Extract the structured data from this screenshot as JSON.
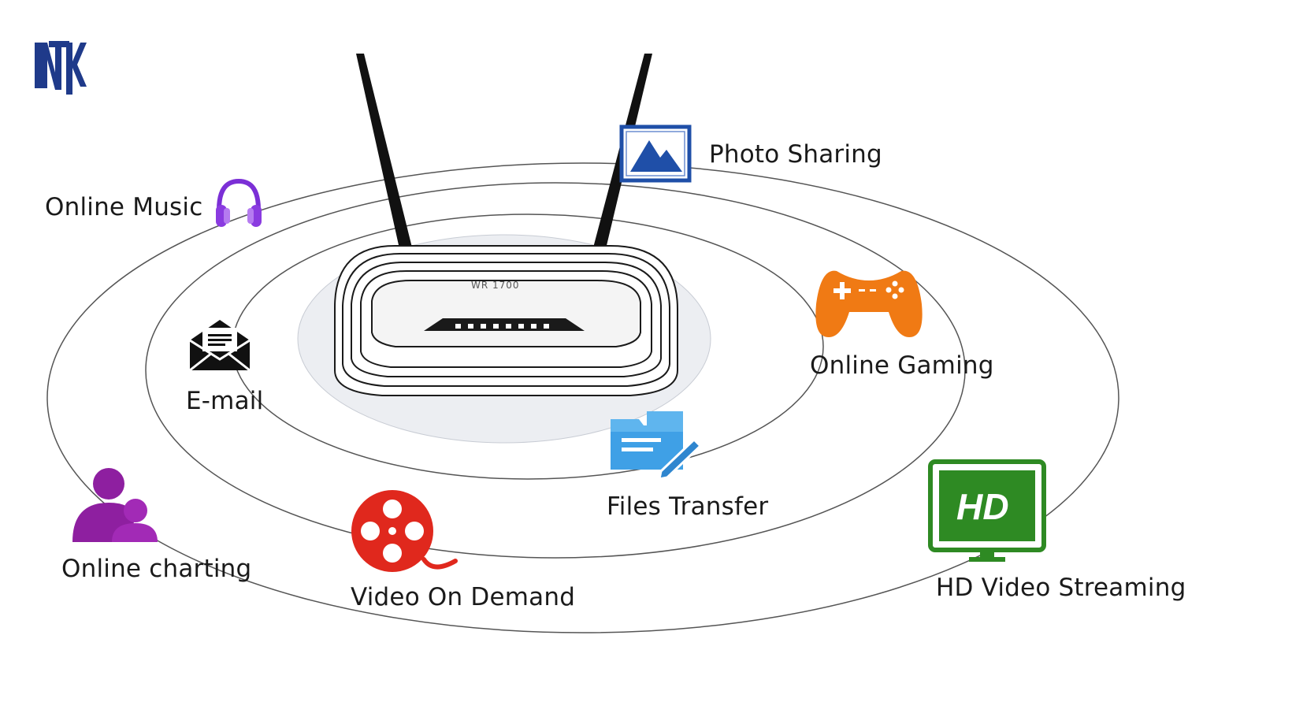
{
  "logo": {
    "text": "NTK",
    "color": "#1f3a8a"
  },
  "router": {
    "model_text": "WR 1700"
  },
  "services": {
    "online_music": {
      "label": "Online Music",
      "icon": "headphones-icon",
      "color": "#7b2fd6"
    },
    "photo_sharing": {
      "label": "Photo Sharing",
      "icon": "image-icon",
      "color": "#1f4fa8"
    },
    "email": {
      "label": "E-mail",
      "icon": "envelope-icon",
      "color": "#111111"
    },
    "online_gaming": {
      "label": "Online Gaming",
      "icon": "gamepad-icon",
      "color": "#f07a14"
    },
    "files_transfer": {
      "label": "Files Transfer",
      "icon": "folder-edit-icon",
      "color": "#3fa0e6"
    },
    "online_chatting": {
      "label": "Online charting",
      "icon": "users-icon",
      "color": "#8e1fa0"
    },
    "video_on_demand": {
      "label": "Video On Demand",
      "icon": "film-reel-icon",
      "color": "#e0281d"
    },
    "hd_video_streaming": {
      "label": "HD Video Streaming",
      "icon": "hd-monitor-icon",
      "color": "#2e8a23",
      "icon_text": "HD"
    }
  }
}
